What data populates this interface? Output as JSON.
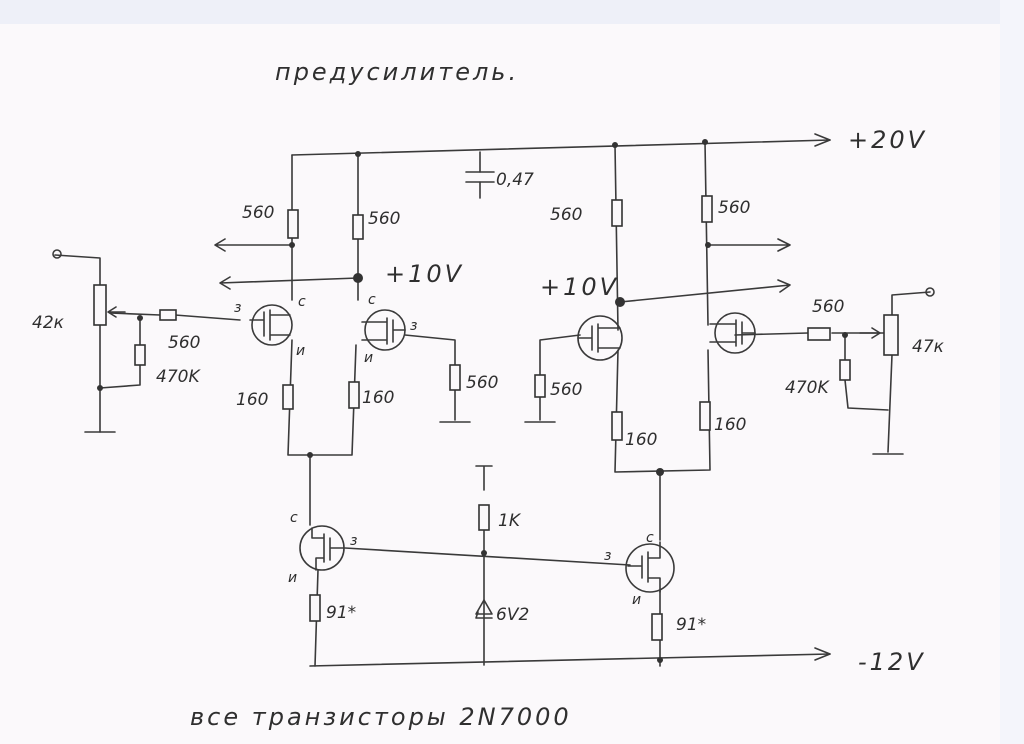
{
  "title": "предусилитель.",
  "footer": "все транзисторы 2N7000",
  "rails": {
    "plus20": "+20V",
    "minus12": "-12V",
    "plus10_left": "+10V",
    "plus10_right": "+10V"
  },
  "capacitor": "0,47",
  "resistors": {
    "r560_1": "560",
    "r560_2": "560",
    "r560_3": "560",
    "r560_4": "560",
    "r560_in_l": "560",
    "r560_in_r": "560",
    "r560_g_l": "560",
    "r560_g_r": "560",
    "r160_1": "160",
    "r160_2": "160",
    "r160_3": "160",
    "r160_4": "160",
    "r470k_l": "470K",
    "r470k_r": "470K",
    "r1k": "1K",
    "r91_l": "91*",
    "r91_r": "91*"
  },
  "pots": {
    "left": "42к",
    "right": "47к"
  },
  "zener": "6V2",
  "pins": {
    "gate": "з",
    "drain": "с",
    "source": "и"
  }
}
